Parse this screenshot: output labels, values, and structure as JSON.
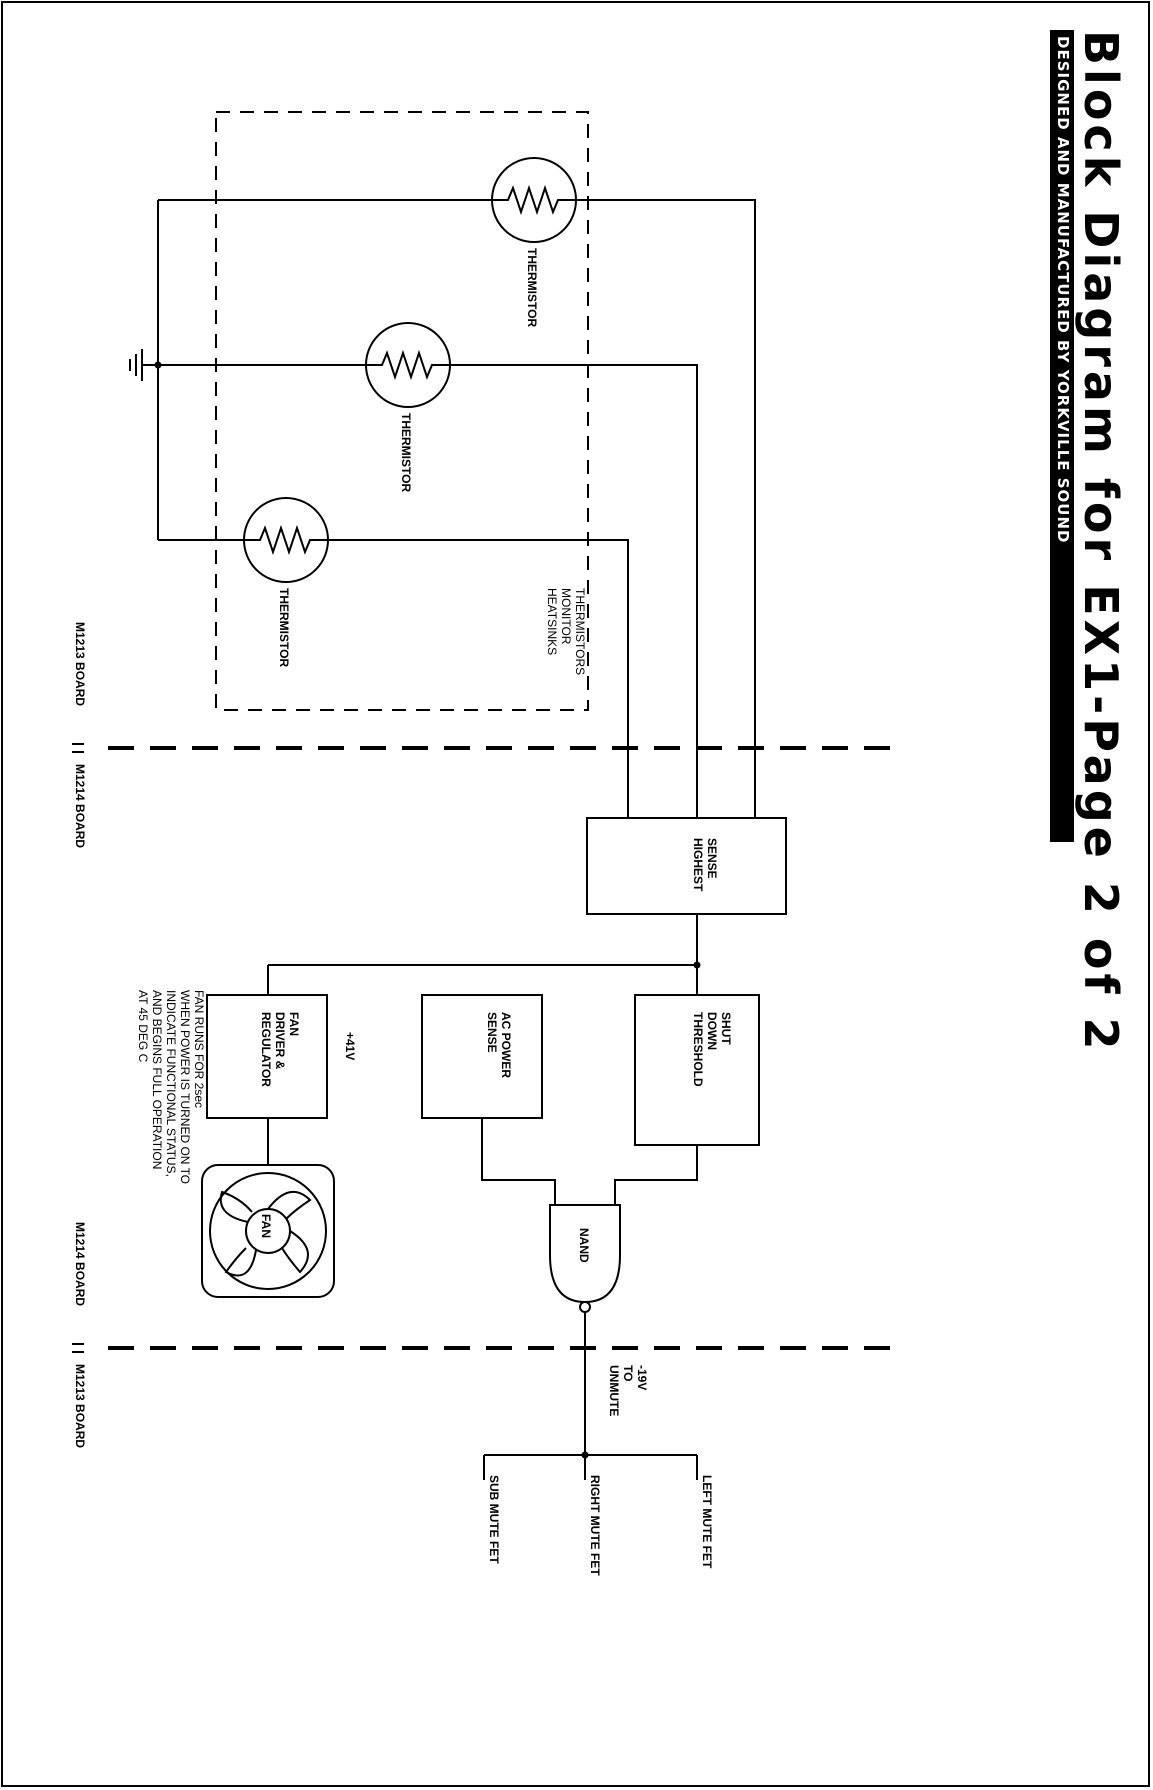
{
  "title": "Block Diagram for EX1-Page 2 of 2",
  "subtitle": "DESIGNED AND MANUFACTURED BY YORKVILLE SOUND",
  "labels": {
    "thermistor": "THERMISTOR",
    "thermistors_note": [
      "THERMISTORS",
      "MONITOR",
      "HEATSINKS"
    ],
    "sense_highest": [
      "SENSE",
      "HIGHEST"
    ],
    "shut_down_threshold": [
      "SHUT",
      "DOWN",
      "THRESHOLD"
    ],
    "ac_power_sense": [
      "AC POWER",
      "SENSE"
    ],
    "fan_driver": [
      "FAN",
      "DRIVER &",
      "REGULATOR"
    ],
    "plus41v": "+41V",
    "fan": "FAN",
    "nand": "NAND",
    "minus19v": [
      "-19V",
      "TO",
      "UNMUTE"
    ],
    "left_mute": "LEFT MUTE FET",
    "right_mute": "RIGHT MUTE FET",
    "sub_mute": "SUB MUTE FET",
    "fan_note": [
      "FAN RUNS FOR 2sec",
      "WHEN POWER IS TURNED ON TO",
      "INDICATE FUNCTIONAL STATUS,",
      "AND BEGINS FULL OPERATION",
      "AT 45 DEG C"
    ]
  },
  "boards": {
    "m1213_top": "M1213 BOARD",
    "m1214_upper": "M1214 BOARD",
    "m1214_lower": "M1214 BOARD",
    "m1213_bottom": "M1213 BOARD"
  }
}
